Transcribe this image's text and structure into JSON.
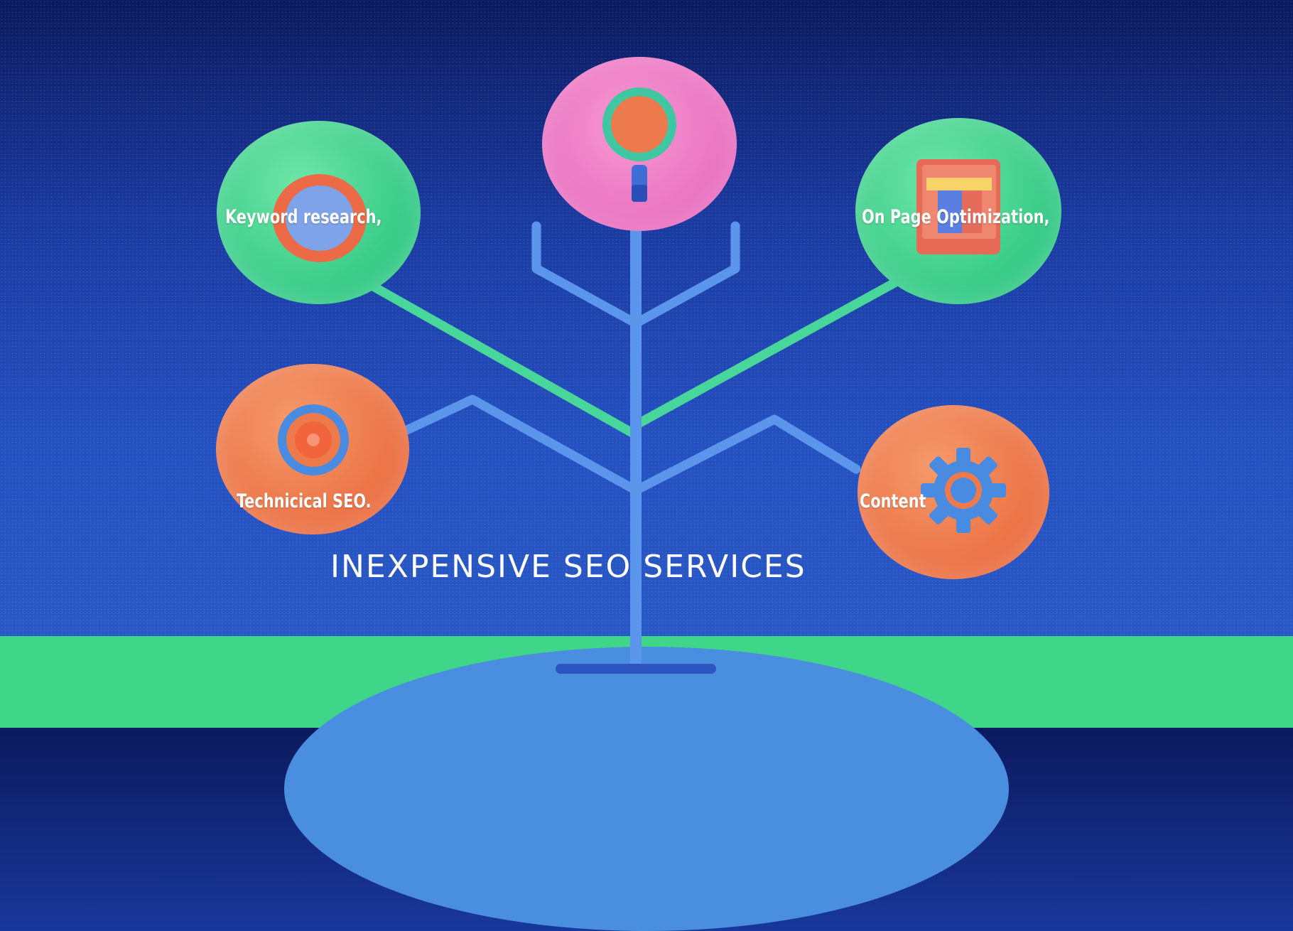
{
  "title": "INEXPENSIVE SEO SERVICES",
  "nodes": {
    "keyword": {
      "label": "Keyword  research,",
      "color": "#3dd08c",
      "icon": "target-icon"
    },
    "search": {
      "label": "",
      "color": "#ec7bc6",
      "icon": "magnifier-icon"
    },
    "onpage": {
      "label": "On Page  Optimization,",
      "color": "#3dd08c",
      "icon": "document-icon"
    },
    "technical": {
      "label": "Technicical  SEO.",
      "color": "#ee7a4c",
      "icon": "target-icon"
    },
    "content": {
      "label": "Content",
      "color": "#ee7a4c",
      "icon": "gear-icon"
    }
  }
}
